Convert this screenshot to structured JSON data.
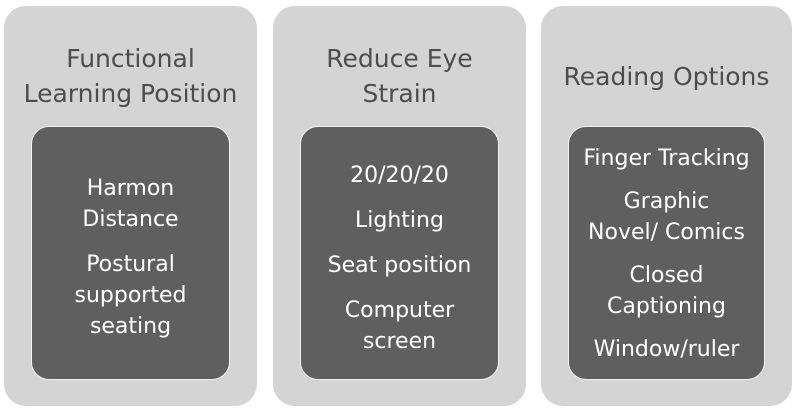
{
  "panels": [
    {
      "title_lines": [
        "Functional",
        "Learning Position"
      ],
      "items": [
        [
          "Harmon",
          "Distance"
        ],
        [
          "Postural",
          "supported",
          "seating"
        ]
      ]
    },
    {
      "title_lines": [
        "Reduce Eye",
        "Strain"
      ],
      "items": [
        [
          "20/20/20"
        ],
        [
          "Lighting"
        ],
        [
          "Seat position"
        ],
        [
          "Computer",
          "screen"
        ]
      ]
    },
    {
      "title_lines": [
        "Reading Options"
      ],
      "items": [
        [
          "Finger Tracking"
        ],
        [
          "Graphic",
          "Novel/ Comics"
        ],
        [
          "Closed",
          "Captioning"
        ],
        [
          "Window/ruler"
        ]
      ]
    }
  ],
  "colors": {
    "outer_panel": "#d4d4d4",
    "inner_box": "#5f5f5f",
    "title_text": "#4d4d4d",
    "item_text": "#ffffff"
  }
}
